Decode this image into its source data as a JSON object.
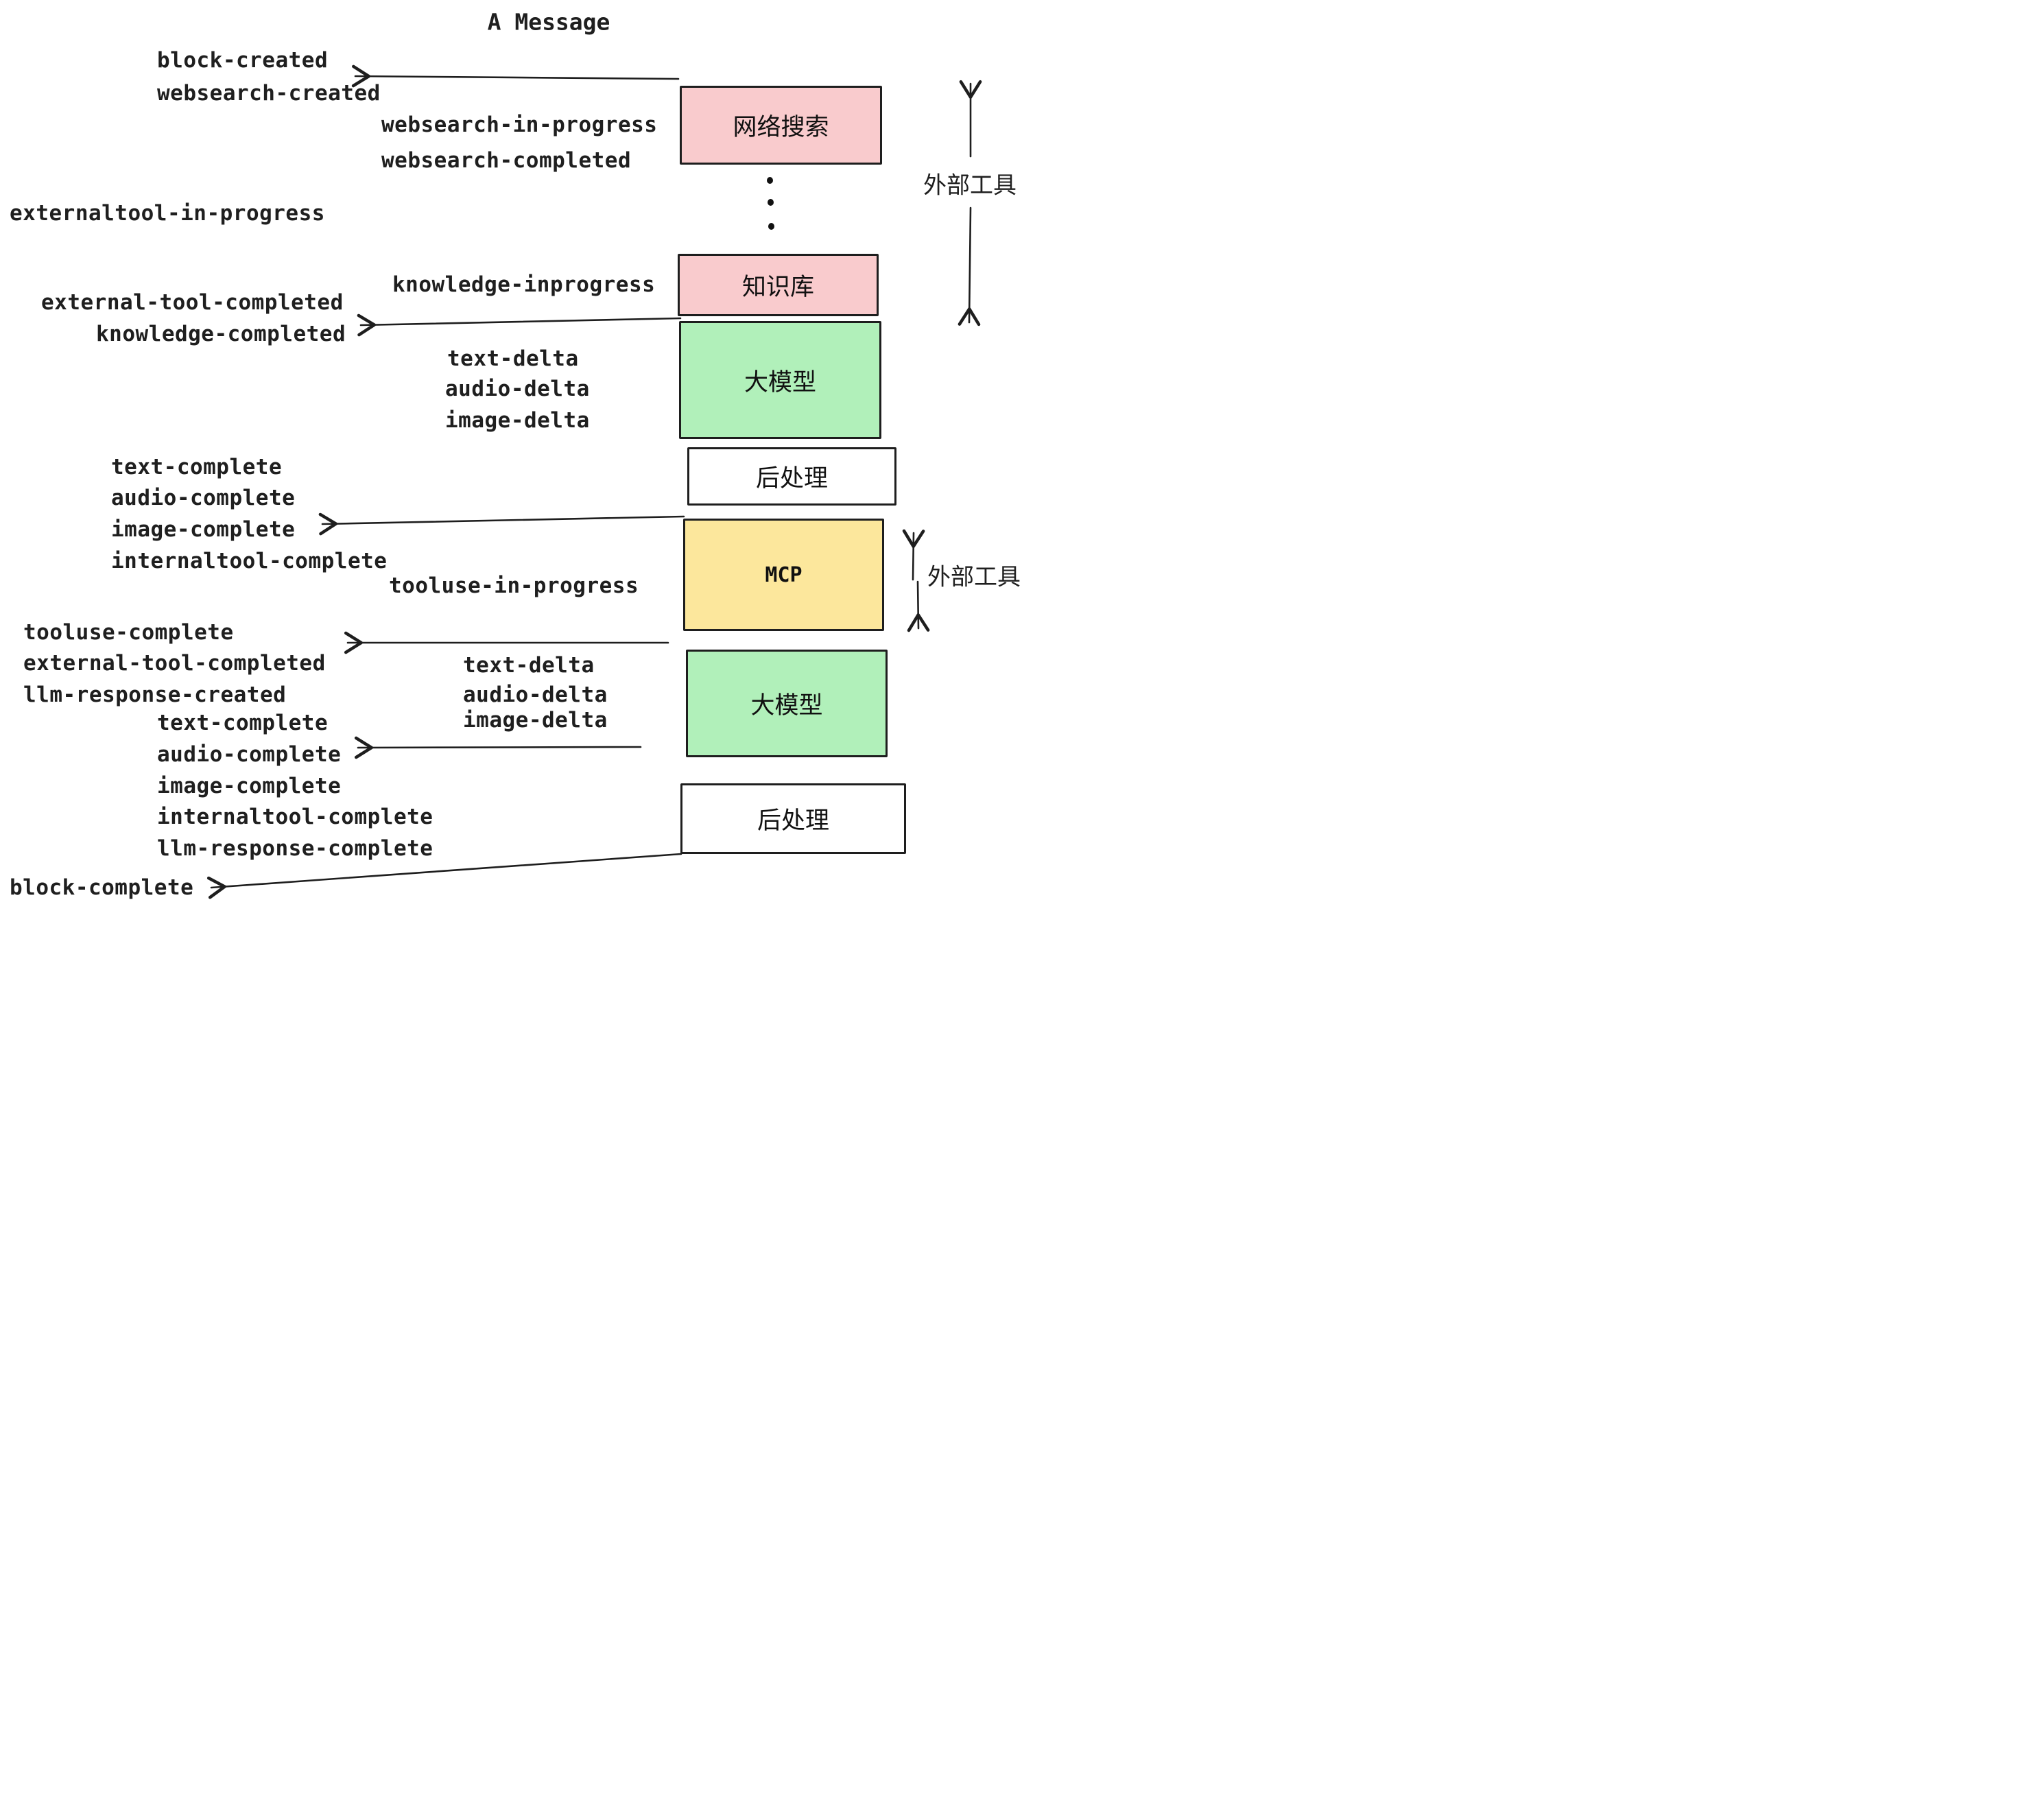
{
  "title": "A Message",
  "colors": {
    "box_pink": "#f9cbcd",
    "box_green": "#b1f0ba",
    "box_yellow": "#fce79c",
    "box_white": "#ffffff",
    "stroke": "#1e1e1e",
    "text": "#1f1f1f"
  },
  "boxes": {
    "websearch": {
      "label": "网络搜索"
    },
    "knowledge": {
      "label": "知识库"
    },
    "llm1": {
      "label": "大模型"
    },
    "post1": {
      "label": "后处理"
    },
    "mcp": {
      "label": "MCP"
    },
    "llm2": {
      "label": "大模型"
    },
    "post2": {
      "label": "后处理"
    }
  },
  "side_labels": {
    "external_tools_top": "外部工具",
    "external_tools_bottom": "外部工具"
  },
  "events": {
    "block_created": "block-created",
    "websearch_created": "websearch-created",
    "websearch_in_progress": "websearch-in-progress",
    "websearch_completed": "websearch-completed",
    "externaltool_in_progress": "externaltool-in-progress",
    "knowledge_inprogress": "knowledge-inprogress",
    "external_tool_completed_1": "external-tool-completed",
    "knowledge_completed": "knowledge-completed",
    "text_delta_1": "text-delta",
    "audio_delta_1": "audio-delta",
    "image_delta_1": "image-delta",
    "text_complete_1": "text-complete",
    "audio_complete_1": "audio-complete",
    "image_complete_1": "image-complete",
    "internaltool_complete_1": "internaltool-complete",
    "tooluse_in_progress": "tooluse-in-progress",
    "tooluse_complete": "tooluse-complete",
    "external_tool_completed_2": "external-tool-completed",
    "llm_response_created": "llm-response-created",
    "text_delta_2": "text-delta",
    "audio_delta_2": "audio-delta",
    "image_delta_2": "image-delta",
    "text_complete_2": "text-complete",
    "audio_complete_2": "audio-complete",
    "image_complete_2": "image-complete",
    "internaltool_complete_2": "internaltool-complete",
    "llm_response_complete": "llm-response-complete",
    "block_complete": "block-complete"
  }
}
